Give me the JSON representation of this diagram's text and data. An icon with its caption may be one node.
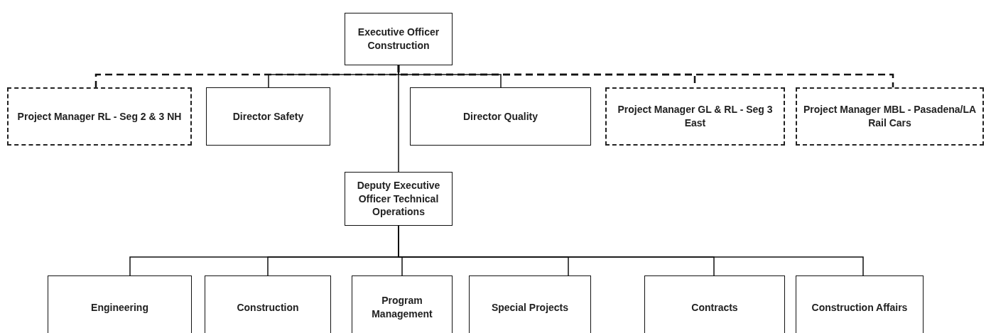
{
  "diagram": {
    "nodes": [
      {
        "text": [
          "Executive Officer Construction"
        ]
      },
      {
        "text": [
          "Project Manager RL - Seg 2 & 3 NH"
        ]
      },
      {
        "text": [
          "Director Safety"
        ]
      },
      {
        "text": [
          "Director Quality"
        ]
      },
      {
        "text": [
          "Project Manager GL & RL - Seg 3 East"
        ]
      },
      {
        "text": [
          "Project Manager MBL - Pasadena/LA Rail Cars"
        ]
      },
      {
        "text": [
          "Deputy Executive Officer Technical Operations"
        ]
      },
      {
        "text": [
          "Engineering"
        ]
      },
      {
        "text": [
          "Construction"
        ]
      },
      {
        "text": [
          "Program Management"
        ]
      },
      {
        "text": [
          "Special Projects"
        ]
      },
      {
        "text": [
          "Contracts"
        ]
      },
      {
        "text": [
          "Construction Affairs"
        ]
      }
    ],
    "edges": [
      {
        "from": 0,
        "to": 1,
        "arrow": "none",
        "style": "dashed"
      },
      {
        "from": 0,
        "to": 4,
        "arrow": "none",
        "style": "dashed"
      },
      {
        "from": 0,
        "to": 5,
        "arrow": "none",
        "style": "dashed"
      },
      {
        "from": 0,
        "to": 2,
        "arrow": "none"
      },
      {
        "from": 0,
        "to": 3,
        "arrow": "none"
      },
      {
        "from": 0,
        "to": 6,
        "arrow": "none"
      },
      {
        "from": 6,
        "to": 7,
        "arrow": "none"
      },
      {
        "from": 6,
        "to": 8,
        "arrow": "none"
      },
      {
        "from": 6,
        "to": 9,
        "arrow": "none"
      },
      {
        "from": 6,
        "to": 10,
        "arrow": "none"
      },
      {
        "from": 6,
        "to": 11,
        "arrow": "none"
      },
      {
        "from": 6,
        "to": 12,
        "arrow": "none"
      }
    ]
  }
}
